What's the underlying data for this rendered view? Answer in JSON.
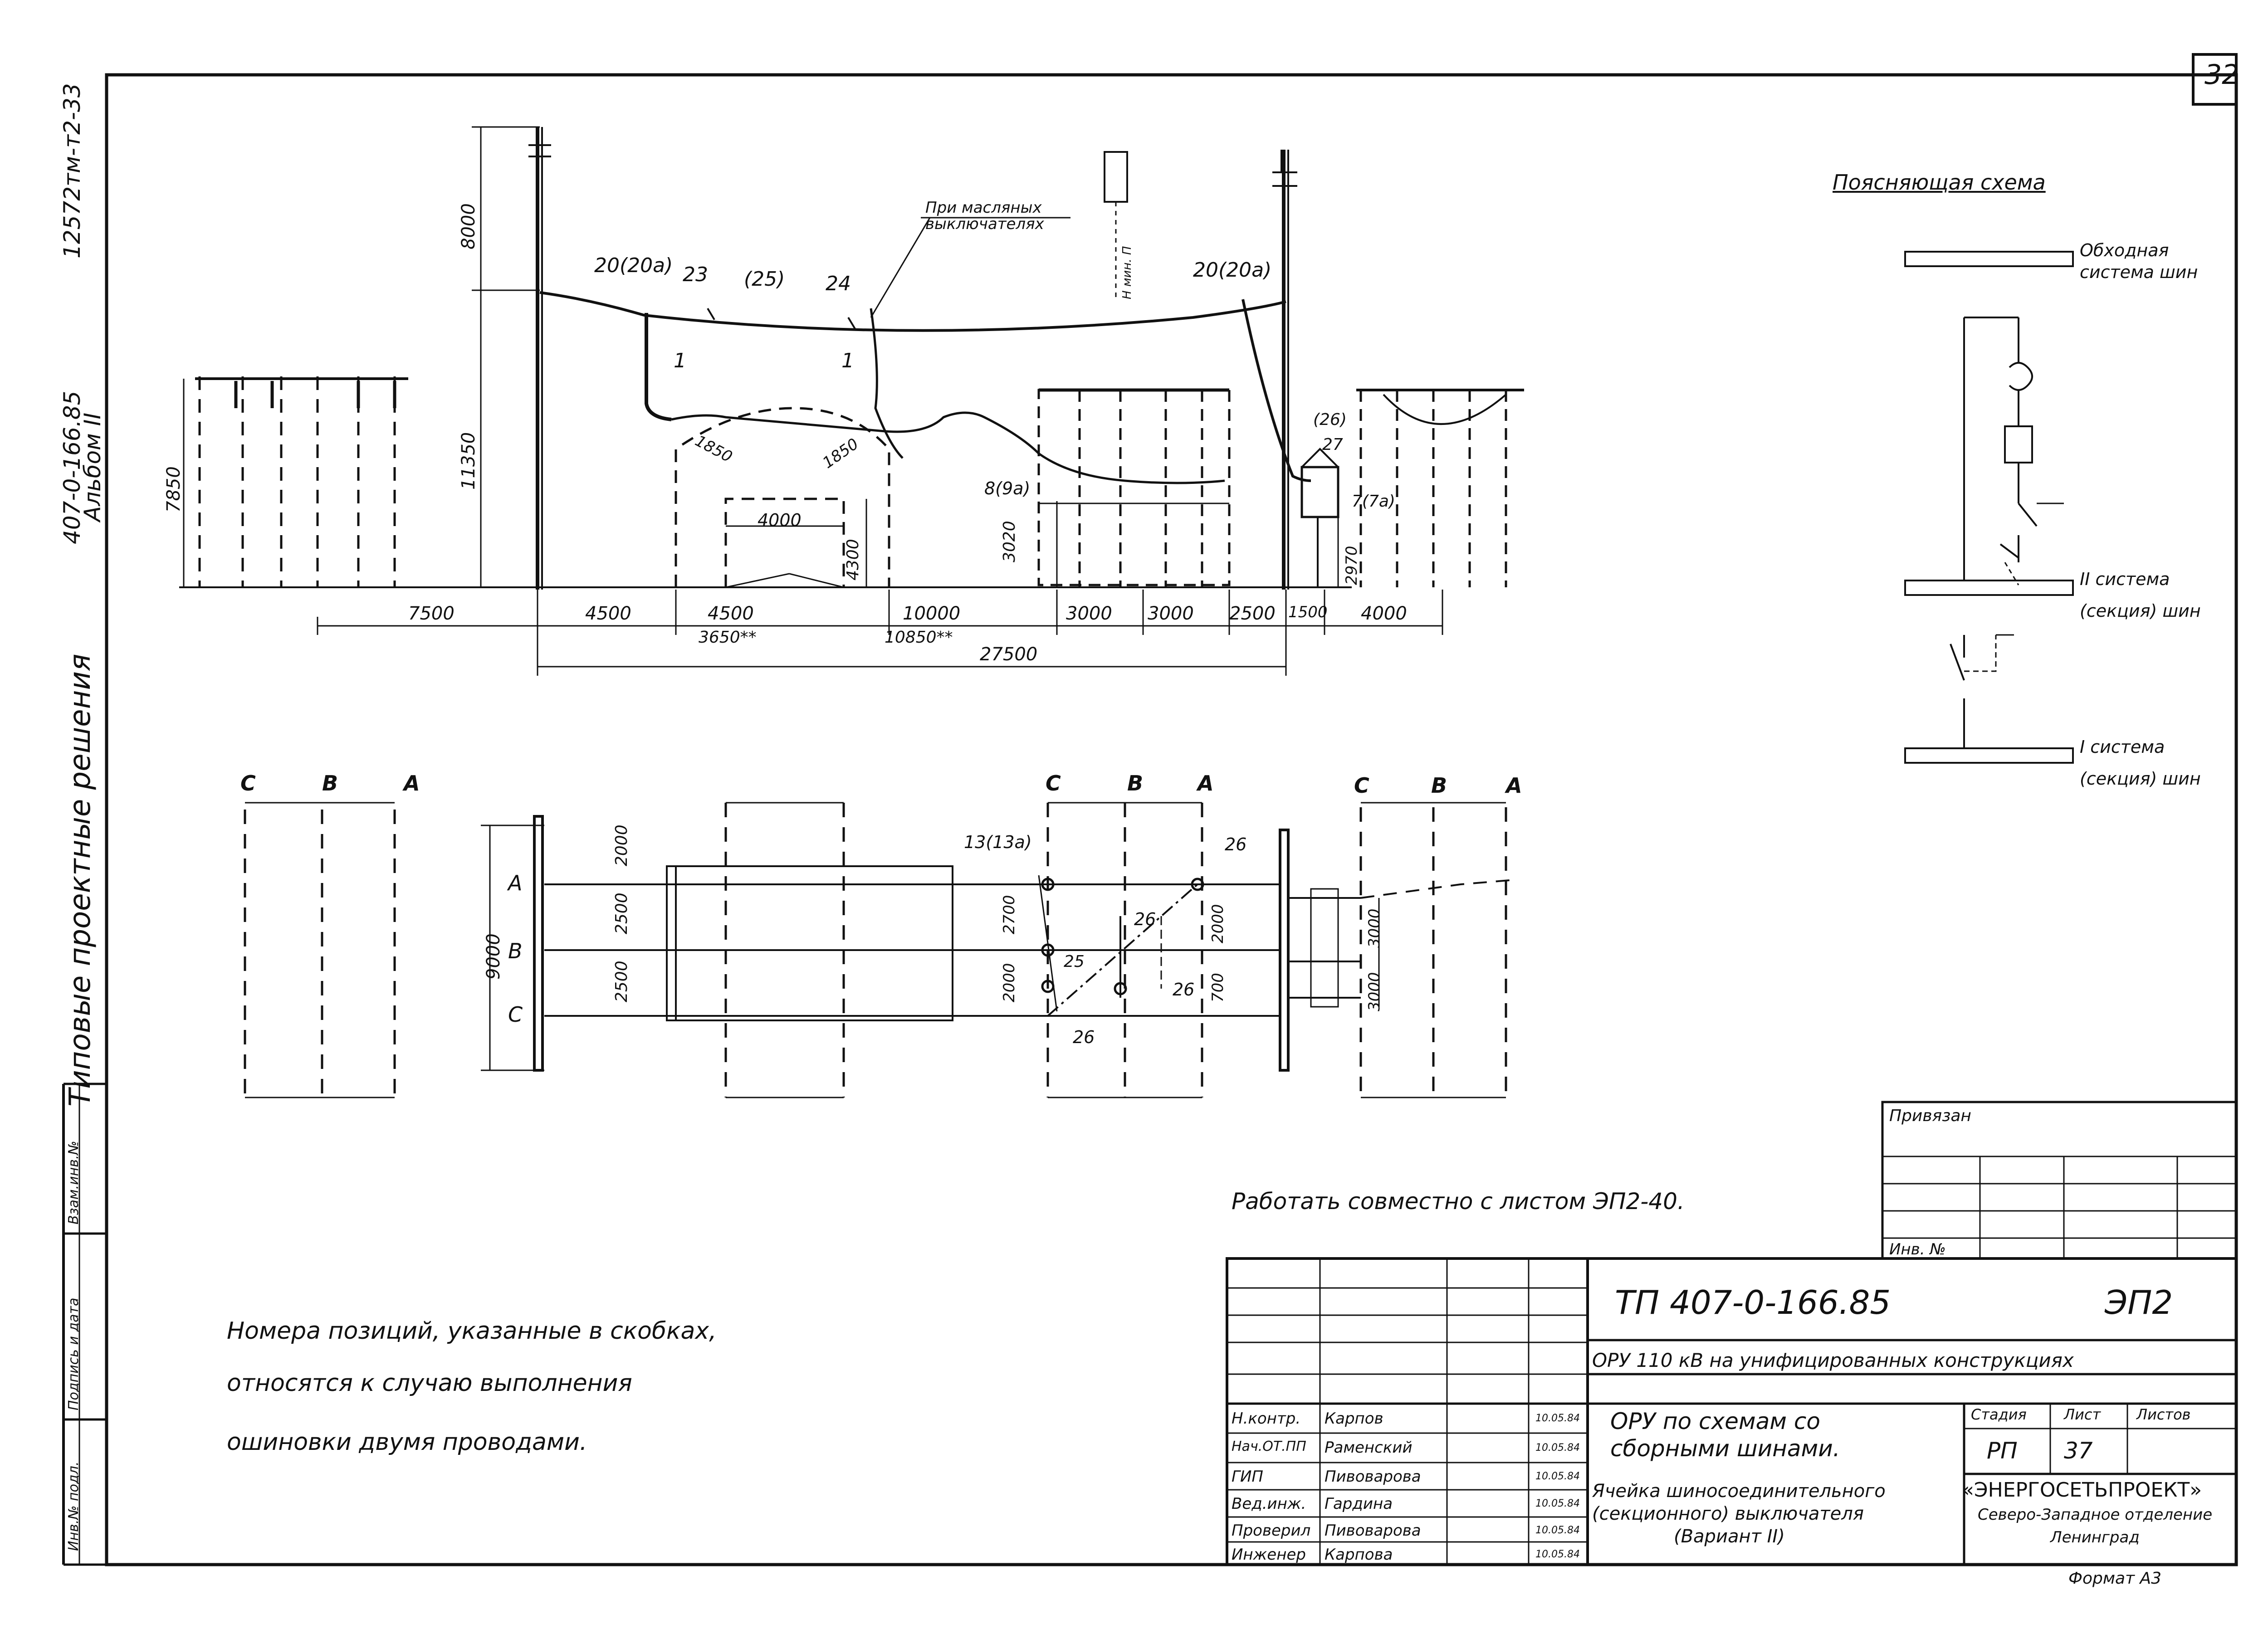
{
  "sheet_number": "32",
  "side_labels": {
    "series": "Типовые проектные решения",
    "code": "407-0-166.85",
    "album": "Альбом II",
    "doc_number": "12572тм-т2-33",
    "stamp_cells": [
      "Инв.№ подл.",
      "Подпись и дата",
      "Взам.инв.№"
    ]
  },
  "elevation": {
    "labels": {
      "oil_breakers": "При масляных выключателях",
      "pos_20": "20(20а)",
      "pos_20_right": "20(20а)",
      "pos_23": "23",
      "pos_25": "(25)",
      "pos_24": "24",
      "pos_1a": "1",
      "pos_1b": "1",
      "pos_8": "8(9а)",
      "pos_26": "(26)",
      "pos_27": "27",
      "pos_7": "7(7а)",
      "h_8000": "8000",
      "h_11350": "11350",
      "h_7850": "7850",
      "h_4300": "4300",
      "h_3020": "3020",
      "h_2970": "2970",
      "r_1850": "1850",
      "r_1850b": "1850",
      "w_4000": "4000",
      "mark": "Н мин. П"
    },
    "dims": [
      "7500",
      "4500",
      "4500",
      "10000",
      "3000",
      "3000",
      "2500",
      "1500",
      "4000"
    ],
    "dims_sub": [
      "3650**",
      "10850**"
    ],
    "total": "27500"
  },
  "plan": {
    "phase_groups": [
      [
        "C",
        "B",
        "A"
      ],
      [
        "C",
        "B",
        "A"
      ],
      [
        "C",
        "B",
        "A"
      ]
    ],
    "phases_left": [
      "A",
      "B",
      "C"
    ],
    "dims": {
      "total": "9000",
      "d1": "2000",
      "d2": "2500",
      "d3": "2500",
      "m1": "2700",
      "m2": "2000",
      "m3": "2000",
      "m4": "700",
      "r1": "3000",
      "r2": "3000"
    },
    "labels": {
      "pos_13": "13(13а)",
      "pos_26a": "26",
      "pos_26b": "26",
      "pos_26c": "26",
      "pos_26d": "26",
      "pos_25": "25"
    }
  },
  "schema": {
    "title": "Поясняющая схема",
    "bypass": [
      "Обходная",
      "система шин"
    ],
    "sys2": [
      "II система",
      "(секция) шин"
    ],
    "sys1": [
      "I система",
      "(секция) шин"
    ]
  },
  "notes": {
    "work_with": "Работать совместно с листом ЭП2-40.",
    "positions_note": [
      "Номера позиций, указанные в скобках,",
      "относятся к случаю выполнения",
      "ошиновки двумя проводами."
    ]
  },
  "title_block": {
    "privyazan": "Привязан",
    "inv_no": "Инв. №",
    "doc_code": "ТП 407-0-166.85",
    "sheet_code": "ЭП2",
    "subtitle": "ОРУ 110 кВ на унифицированных конструкциях",
    "description_1": [
      "ОРУ по схемам со",
      "сборными шинами."
    ],
    "description_2": [
      "Ячейка шиносоединительного",
      "(секционного) выключателя",
      "(Вариант II)"
    ],
    "stage_header": "Стадия",
    "sheet_header": "Лист",
    "sheets_header": "Листов",
    "stage": "РП",
    "sheet": "37",
    "sheets": "",
    "org": [
      "«ЭНЕРГОСЕТЬПРОЕКТ»",
      "Северо-Западное отделение",
      "Ленинград"
    ],
    "format": "Формат А3",
    "signers": [
      {
        "role": "Н.контр.",
        "name": "Карпов",
        "date": "10.05.84"
      },
      {
        "role": "Нач.ОТ.ПП",
        "name": "Раменский",
        "date": "10.05.84"
      },
      {
        "role": "ГИП",
        "name": "Пивоварова",
        "date": "10.05.84"
      },
      {
        "role": "Вед.инж.",
        "name": "Гардина",
        "date": "10.05.84"
      },
      {
        "role": "Проверил",
        "name": "Пивоварова",
        "date": "10.05.84"
      },
      {
        "role": "Инженер",
        "name": "Карпова",
        "date": "10.05.84"
      }
    ]
  }
}
